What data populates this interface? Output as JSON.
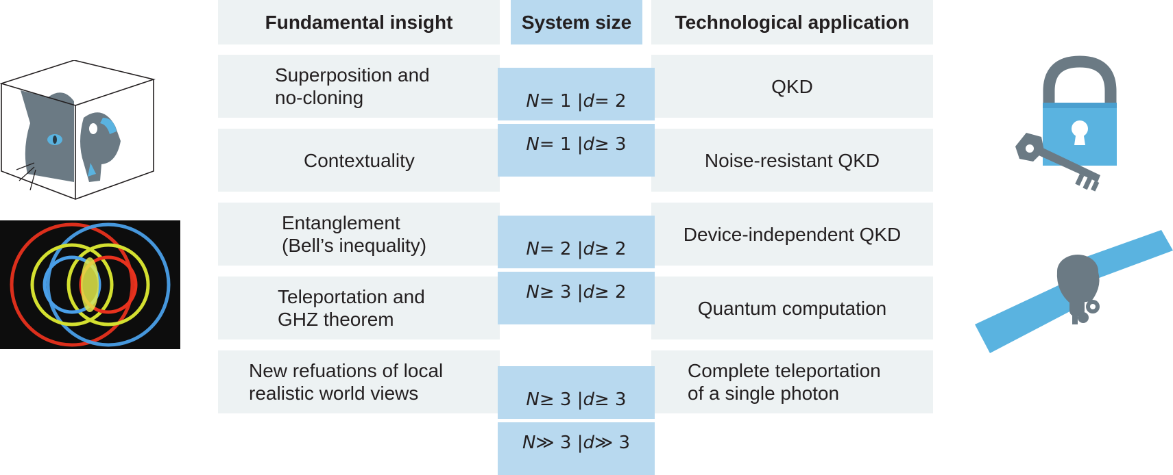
{
  "headers": {
    "insight": "Fundamental insight",
    "size": "System size",
    "application": "Technological application"
  },
  "insights": [
    "Superposition and\nno-cloning",
    "Contextuality",
    "Entanglement\n(Bell’s inequality)",
    "Teleportation and\nGHZ theorem",
    "New refuations of local\nrealistic world views"
  ],
  "applications": [
    "QKD",
    "Noise-resistant QKD",
    "Device-independent QKD",
    "Quantum computation",
    "Complete teleportation\nof a single photon"
  ],
  "system_sizes": [
    {
      "n_var": "N",
      "n_rel": " = 1 | ",
      "d_var": "d",
      "d_rel": " = 2"
    },
    {
      "n_var": "N",
      "n_rel": " = 1 | ",
      "d_var": "d",
      "d_rel": " ≥ 3"
    },
    {
      "n_var": "N",
      "n_rel": " = 2 | ",
      "d_var": "d",
      "d_rel": " ≥ 2"
    },
    {
      "n_var": "N",
      "n_rel": " ≥ 3 | ",
      "d_var": "d",
      "d_rel": " ≥ 2"
    },
    {
      "n_var": "N",
      "n_rel": " ≥ 3 | ",
      "d_var": "d",
      "d_rel": " ≥ 3"
    },
    {
      "n_var": "N",
      "n_rel": " ≫ 3 | ",
      "d_var": "d",
      "d_rel": " ≫ 3"
    }
  ],
  "illustrations": [
    "schrodinger-cat-box",
    "entangled-photon-rings",
    "padlock-with-key",
    "satellite"
  ],
  "colors": {
    "row_grey": "#edf2f3",
    "size_blue": "#b8d9ef",
    "icon_blue": "#5ab3e0",
    "icon_grey": "#6b7a84"
  }
}
